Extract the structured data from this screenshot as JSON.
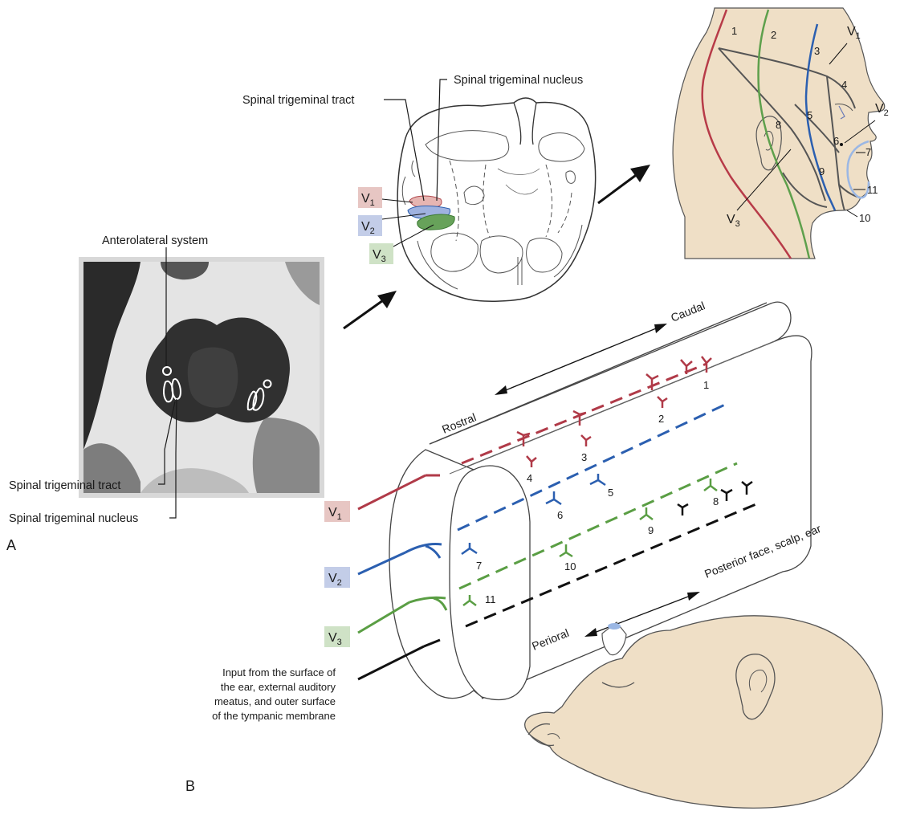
{
  "panel_labels": {
    "a": "A",
    "b": "B"
  },
  "mri_panel": {
    "anterolateral": "Anterolateral system",
    "tract": "Spinal trigeminal tract",
    "nucleus": "Spinal trigeminal nucleus"
  },
  "section_panel": {
    "tract": "Spinal trigeminal tract",
    "nucleus": "Spinal trigeminal nucleus",
    "v1": {
      "letter": "V",
      "sub": "1",
      "color": "#c0646e",
      "tag": "#e7c6c3"
    },
    "v2": {
      "letter": "V",
      "sub": "2",
      "color": "#5b7bc8",
      "tag": "#c3cde8"
    },
    "v3": {
      "letter": "V",
      "sub": "3",
      "color": "#5ea04c",
      "tag": "#cfe2c6"
    }
  },
  "face_panel": {
    "zones": [
      "1",
      "2",
      "3",
      "4",
      "5",
      "6",
      "7",
      "8",
      "9",
      "10",
      "11"
    ],
    "v1": {
      "letter": "V",
      "sub": "1"
    },
    "v2": {
      "letter": "V",
      "sub": "2"
    },
    "v3": {
      "letter": "V",
      "sub": "3"
    },
    "skin": "#efdfc6"
  },
  "cylinder_panel": {
    "caudal": "Caudal",
    "rostral": "Rostral",
    "perioral": "Perioral",
    "posterior": "Posterior face, scalp, ear",
    "zones": [
      "1",
      "2",
      "3",
      "4",
      "5",
      "6",
      "7",
      "8",
      "9",
      "10",
      "11"
    ],
    "inputs": {
      "v1": {
        "letter": "V",
        "sub": "1"
      },
      "v2": {
        "letter": "V",
        "sub": "2"
      },
      "v3": {
        "letter": "V",
        "sub": "3"
      }
    },
    "ear_input": [
      "Input from the surface of",
      "the ear, external auditory",
      "meatus, and outer surface",
      "of the tympanic membrane"
    ],
    "colors": {
      "v1": "#b03a48",
      "v2": "#2b5fb0",
      "v3": "#5a9e44",
      "ear": "#111111"
    }
  }
}
